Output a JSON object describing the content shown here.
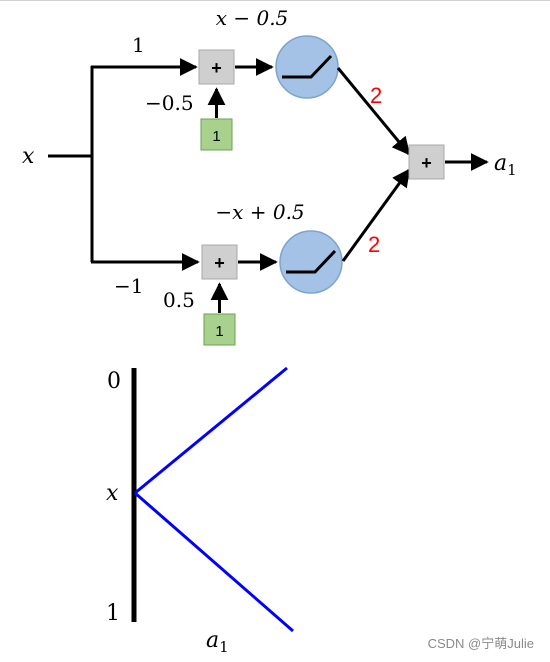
{
  "network": {
    "input_label": "x",
    "output_label": "a",
    "output_subscript": "1",
    "top_weight": "1",
    "bottom_weight": "−1",
    "top_bias": "−0.5",
    "bottom_bias": "0.5",
    "top_sum_expr": "x − 0.5",
    "bottom_sum_expr": "−x + 0.5",
    "plus_symbol": "+",
    "bias_node_text": "1",
    "top_output_weight": "2",
    "bottom_output_weight": "2",
    "colors": {
      "edge": "#000000",
      "neuron_fill": "#a4c2e6",
      "neuron_stroke": "#7fa3cf",
      "sum_box_fill": "#cfcfcf",
      "sum_box_stroke": "#a8a8a8",
      "bias_fill": "#a9d18e",
      "bias_stroke": "#6f9e53",
      "output_weight": "#ff0000"
    }
  },
  "plot": {
    "label_top": "0",
    "label_mid": "x",
    "label_bottom": "1",
    "xlabel": "a",
    "xlabel_subscript": "1",
    "line_color": "#0000ff"
  },
  "watermark": "CSDN @宁萌Julie"
}
